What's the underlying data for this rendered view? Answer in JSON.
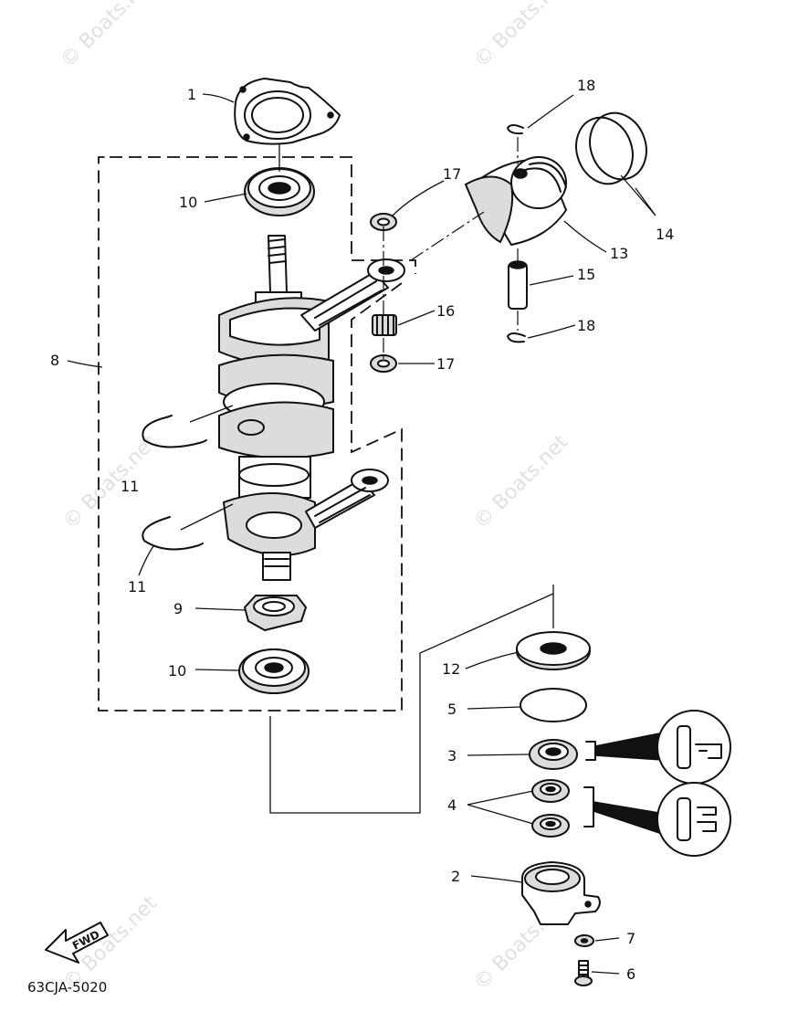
{
  "diagram": {
    "part_code": "63CJA-5020",
    "fwd_label": "FWD",
    "watermark": "© Boats.net",
    "callouts": [
      "1",
      "10",
      "8",
      "17",
      "18",
      "13",
      "14",
      "15",
      "16",
      "17",
      "18",
      "11",
      "11",
      "9",
      "10",
      "12",
      "5",
      "3",
      "4",
      "2",
      "7",
      "6"
    ]
  }
}
